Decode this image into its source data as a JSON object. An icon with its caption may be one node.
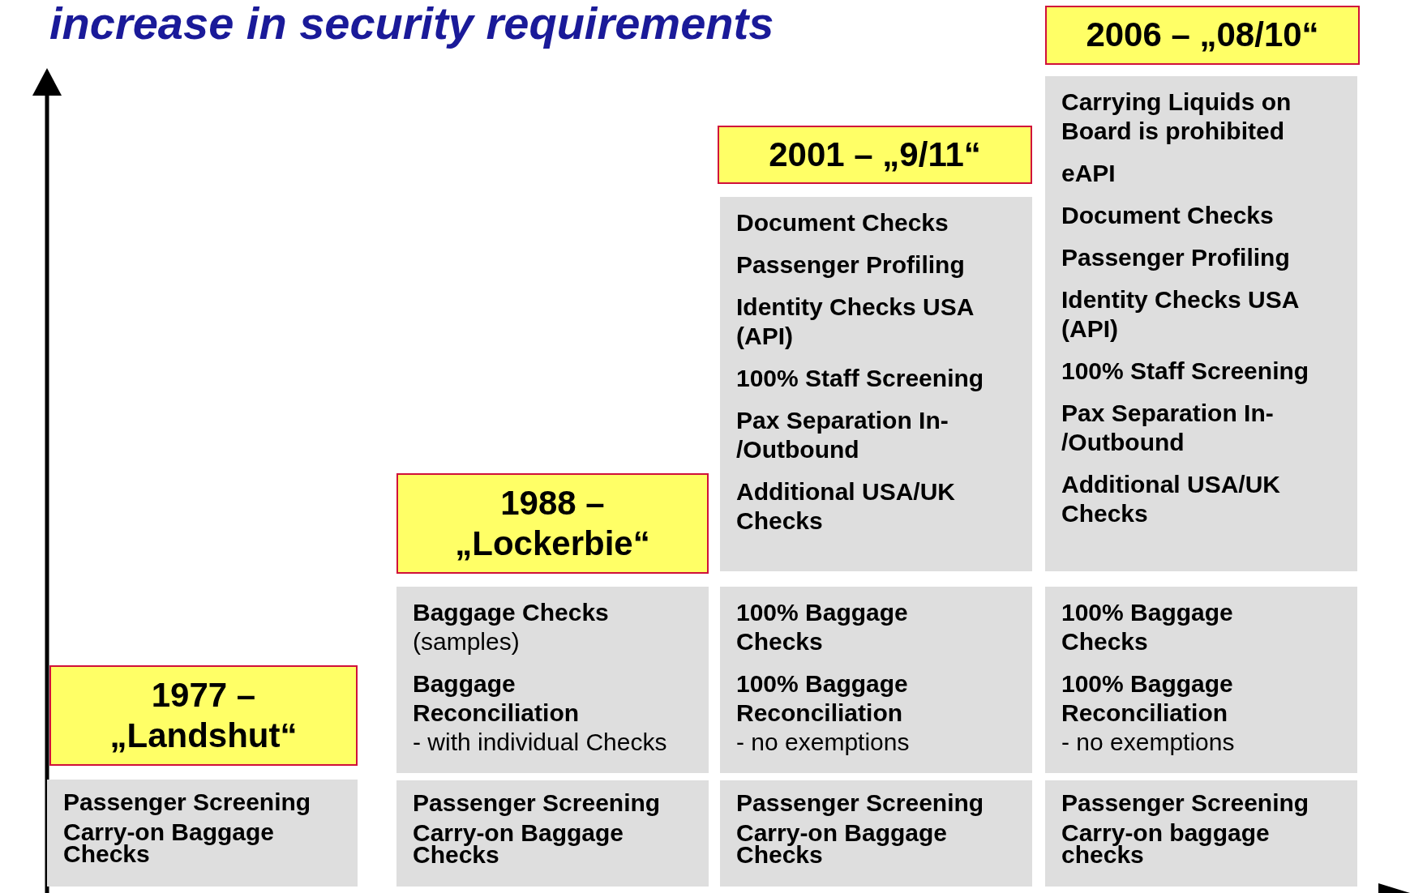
{
  "diagram": {
    "title": "increase in security requirements",
    "nodes": [
      {
        "text": [
          "1977 – „Landshut“"
        ]
      },
      {
        "text": [
          "Passenger Screening",
          "Carry-on Baggage Checks"
        ]
      },
      {
        "text": [
          "1988 – „Lockerbie“"
        ]
      },
      {
        "text": [
          "**Baggage Checks** (samples)",
          "**Baggage Reconciliation** - with individual Checks"
        ]
      },
      {
        "text": [
          "Passenger Screening",
          "Carry-on Baggage Checks"
        ]
      },
      {
        "text": [
          "2001 – „9/11“"
        ]
      },
      {
        "text": [
          "Document Checks",
          "Passenger Profiling",
          "Identity Checks USA (API)",
          "100% Staff Screening",
          "Pax Separation In- /Outbound",
          "Additional USA/UK Checks"
        ]
      },
      {
        "text": [
          "100% Baggage Checks",
          "**100% Baggage Reconciliation** - no exemptions"
        ]
      },
      {
        "text": [
          "Passenger Screening",
          "Carry-on Baggage Checks"
        ]
      },
      {
        "text": [
          "2006 – „08/10“"
        ]
      },
      {
        "text": [
          "Carrying Liquids on Board is prohibited",
          "eAPI",
          "Document Checks",
          "Passenger Profiling",
          "Identity Checks USA (API)",
          "100% Staff Screening",
          "Pax Separation In- /Outbound",
          "Additional USA/UK Checks"
        ]
      },
      {
        "text": [
          "100% Baggage Checks",
          "**100% Baggage Reconciliation** - no exemptions"
        ]
      },
      {
        "text": [
          "Passenger Screening",
          "Carry-on baggage checks"
        ]
      }
    ]
  }
}
